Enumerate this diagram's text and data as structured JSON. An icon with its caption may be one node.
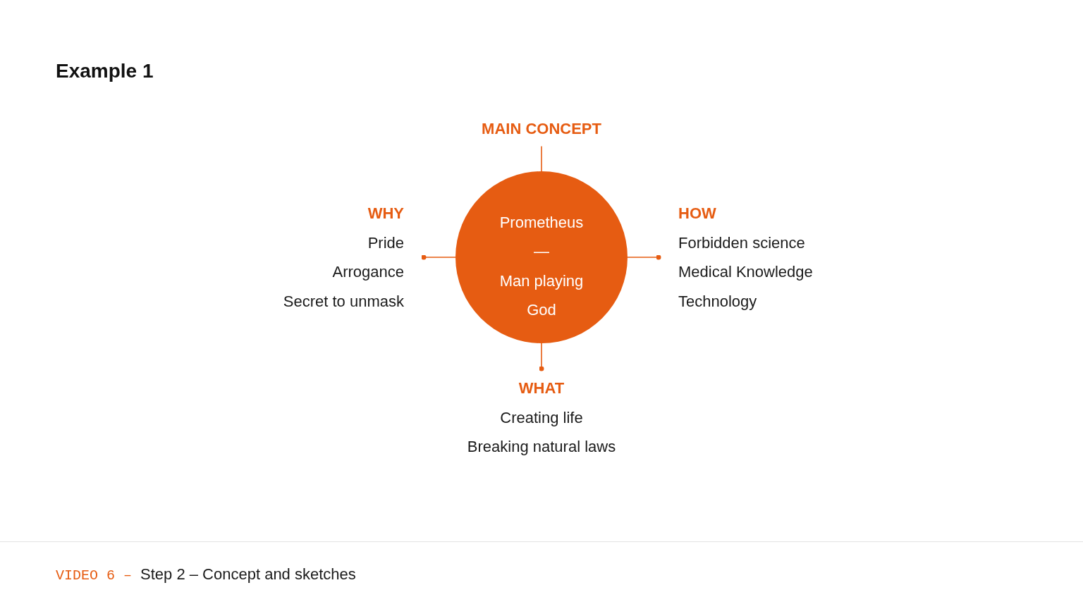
{
  "diagram": {
    "title": "Example 1",
    "nodes": [
      {
        "text": [
          "Prometheus",
          "—",
          "Man playing God"
        ]
      },
      {
        "text": [
          "MAIN CONCEPT"
        ]
      },
      {
        "text": [
          "WHY",
          "Pride",
          "Arrogance",
          "Secret to unmask"
        ]
      },
      {
        "text": [
          "HOW",
          "Forbidden science",
          "Medical Knowledge",
          "Technology"
        ]
      },
      {
        "text": [
          "WHAT",
          "Creating life",
          "Breaking natural laws"
        ]
      }
    ],
    "edges": [
      {
        "from": 0,
        "to": 1,
        "arrow": "none"
      },
      {
        "from": 0,
        "to": 2,
        "arrow": "other"
      },
      {
        "from": 0,
        "to": 3,
        "arrow": "other"
      },
      {
        "from": 0,
        "to": 4,
        "arrow": "other"
      }
    ],
    "labels": [
      "VIDEO 6 –",
      "Step 2 – Concept and sketches"
    ]
  }
}
